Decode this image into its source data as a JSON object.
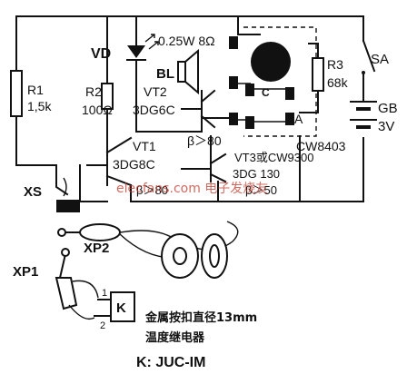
{
  "labels": {
    "vd": "VD",
    "vd_spec": "0.25W 8Ω",
    "bl": "BL",
    "r1": "R1",
    "r1_val": "1,5k",
    "r2": "R2",
    "r2_val": "100Ω",
    "vt2": "VT2",
    "vt2_type": "3DG6C",
    "vt1": "VT1",
    "vt1_type": "3DG8C",
    "beta1": "β＞80",
    "vt3": "VT3或CW9300",
    "vt3_type": "3DG 130",
    "beta2": "β＞80",
    "beta3": "β＞50",
    "r3": "R3",
    "r3_val": "68k",
    "sa": "SA",
    "gb": "GB",
    "gb_val": "3V",
    "ic": "CW8403",
    "pin_a": "A",
    "xs": "XS",
    "xp2": "XP2",
    "xp1": "XP1",
    "relay": "K",
    "relay_pin1": "1",
    "relay_pin2": "2",
    "caption1": "金属按扣直径13mm",
    "caption2": "温度继电器",
    "caption3": "K: JUC-IM",
    "watermark": "elecfans.com 电子发烧友"
  }
}
